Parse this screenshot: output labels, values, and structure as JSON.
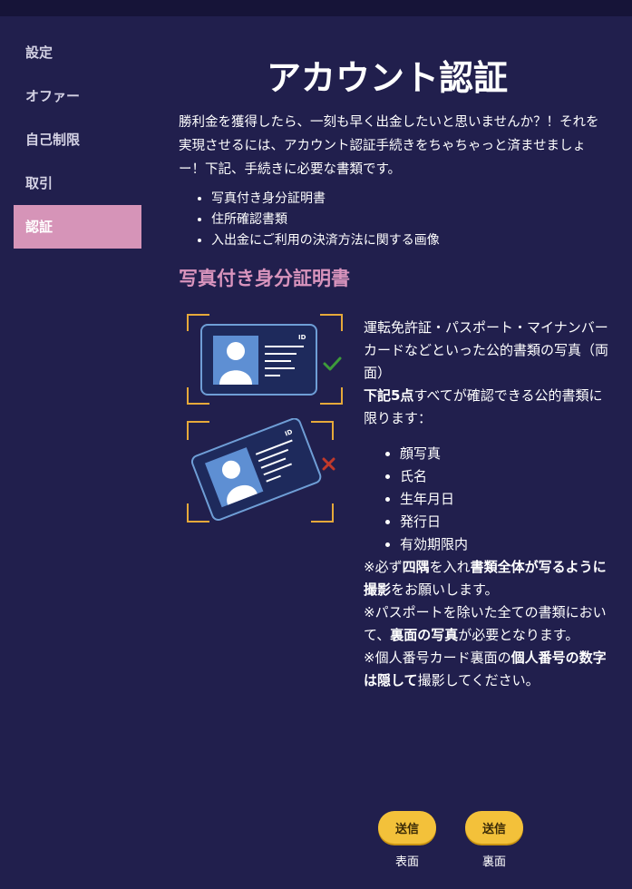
{
  "sidebar": {
    "items": [
      {
        "label": "設定"
      },
      {
        "label": "オファー"
      },
      {
        "label": "自己制限"
      },
      {
        "label": "取引"
      },
      {
        "label": "認証",
        "active": true
      }
    ]
  },
  "main": {
    "title": "アカウント認証",
    "intro": "勝利金を獲得したら、一刻も早く出金したいと思いませんか？！それを実現させるには、アカウント認証手続きをちゃちゃっと済ませましょー！下記、手続きに必要な書類です。",
    "required_docs": [
      "写真付き身分証明書",
      "住所確認書類",
      "入出金にご利用の決済方法に関する画像"
    ],
    "section_heading": "写真付き身分証明書",
    "doc_description": "運転免許証・パスポート・マイナンバーカードなどといった公的書類の写真（両面）",
    "points_lead_bold": "下記5点",
    "points_lead_rest": "すべてが確認できる公的書類に限ります：",
    "points": [
      "顔写真",
      "氏名",
      "生年月日",
      "発行日",
      "有効期限内"
    ],
    "note1": {
      "a": "※必ず",
      "b": "四隅",
      "c": "を入れ",
      "d": "書類全体が写るように撮影",
      "e": "をお願いします。"
    },
    "note2": {
      "a": "※パスポートを除いた全ての書類において、",
      "b": "裏面の写真",
      "c": "が必要となります。"
    },
    "note3": {
      "a": "※個人番号カード裏面の",
      "b": "個人番号の数字は隠して",
      "c": "撮影してください。"
    },
    "id_card_label": "ID"
  },
  "uploads": [
    {
      "button": "送信",
      "caption": "表面"
    },
    {
      "button": "送信",
      "caption": "裏面"
    }
  ],
  "colors": {
    "background": "#211f4d",
    "active_nav": "#d694b8",
    "heading_pink": "#d994bd",
    "button_yellow": "#f3c13a",
    "check_green": "#3d9b3a",
    "cross_red": "#c0392b"
  }
}
